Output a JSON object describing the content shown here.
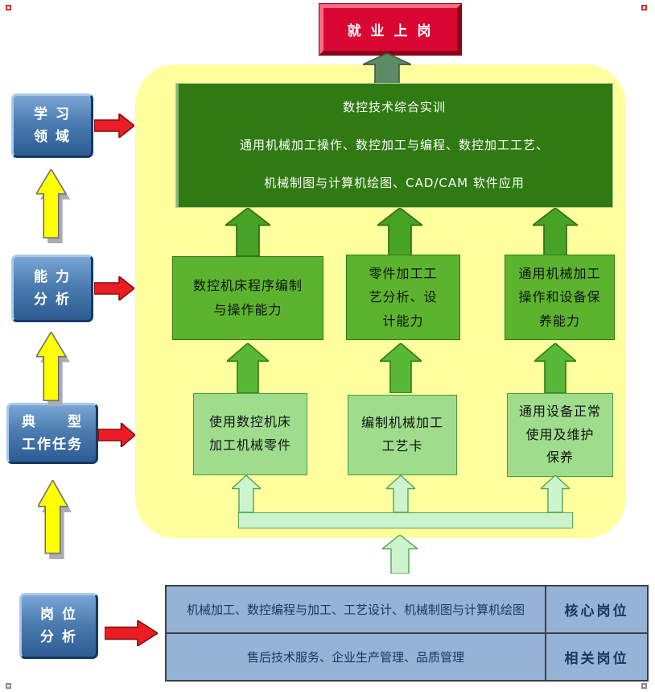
{
  "colors": {
    "employment_red": "#d90731",
    "container_yellow": "#ffff9e",
    "training_green": "#2f7a12",
    "ability_green": "#5cb42e",
    "task_green": "#9fdd8d",
    "connector_bar_green": "#cbf3cb",
    "side_box_blue": "#2d5c92",
    "table_blue": "#95b3d7",
    "arrow_red": "#ec1c24",
    "arrow_yellow": "#ffff00",
    "arrow_green": "#47a326",
    "arrow_pale_green": "#cdf4cd"
  },
  "employment": {
    "label": "就 业 上 岗"
  },
  "training": {
    "text": "数控技术综合实训\n通用机械加工操作、数控加工与编程、数控加工工艺、\n机械制图与计算机绘图、CAD/CAM 软件应用"
  },
  "abilities": [
    {
      "text": "数控机床程序编制\n与操作能力"
    },
    {
      "text": "零件加工工\n艺分析、设\n计能力"
    },
    {
      "text": "通用机械加工\n操作和设备保\n养能力"
    }
  ],
  "tasks": [
    {
      "text": "使用数控机床\n加工机械零件"
    },
    {
      "text": "编制机械加工\n工艺卡"
    },
    {
      "text": "通用设备正常\n使用及维护\n保养"
    }
  ],
  "side_labels": [
    {
      "text": "学 习\n领 域"
    },
    {
      "text": "能 力\n分 析"
    },
    {
      "text": "典　　型\n工作任务"
    },
    {
      "text": "岗 位\n分 析"
    }
  ],
  "position_table": {
    "rows": [
      {
        "content": "机械加工、数控编程与加工、工艺设计、机械制图与计算机绘图",
        "label": "核心岗位"
      },
      {
        "content": "售后技术服务、企业生产管理、品质管理",
        "label": "相关岗位"
      }
    ]
  }
}
